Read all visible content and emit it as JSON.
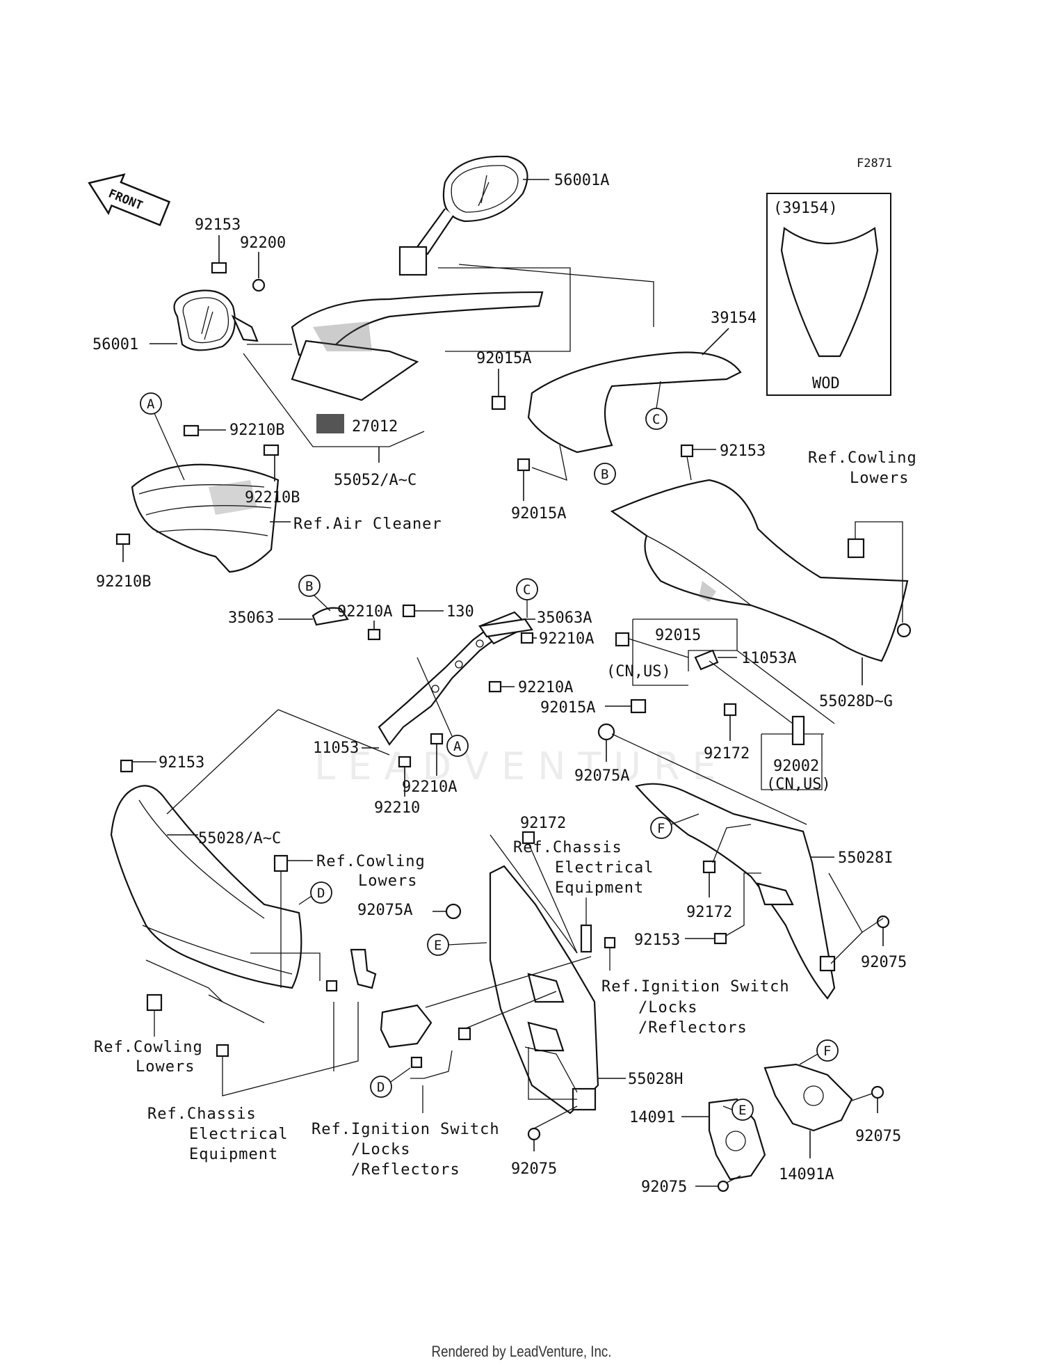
{
  "figure_code": "F2871",
  "direction_arrow": "FRONT",
  "watermark": "LEADVENTURE",
  "footer": "Rendered by LeadVenture, Inc.",
  "inset": {
    "title": "(39154)",
    "caption": "WOD"
  },
  "labels": {
    "p56001A": "56001A",
    "p92153a": "92153",
    "p92200": "92200",
    "p56001": "56001",
    "p39154": "39154",
    "p92015Aa": "92015A",
    "p92210Ba": "92210B",
    "p27012": "27012",
    "p92210Bb": "92210B",
    "p55052": "55052/A~C",
    "p92015Ab": "92015A",
    "p92153b": "92153",
    "p92210Bc": "92210B",
    "p92210Aa": "92210A",
    "p130": "130",
    "p35063": "35063",
    "p35063A": "35063A",
    "p92210Ab": "92210A",
    "p92015": "92015",
    "p11053A": "11053A",
    "p92210Ac": "92210A",
    "p55028DG": "55028D~G",
    "p92015Ac": "92015A",
    "p92153c": "92153",
    "p11053": "11053",
    "p92172a": "92172",
    "p92075Aa": "92075A",
    "p92002": "92002",
    "p92210Ad": "92210A",
    "p92210": "92210",
    "p92172b": "92172",
    "p55028AC": "55028/A~C",
    "p55028I": "55028I",
    "p92075Ab": "92075A",
    "p92172c": "92172",
    "p92153d": "92153",
    "p92075a": "92075",
    "p55028H": "55028H",
    "p14091": "14091",
    "p92075b": "92075",
    "p92075c": "92075",
    "p14091A": "14091A",
    "p92075d": "92075"
  },
  "variants": {
    "cnus_a": "(CN,US)",
    "cnus_b": "(CN,US)"
  },
  "refs": {
    "air_cleaner": "Ref.Air Cleaner",
    "cowling_lowers_1a": "Ref.Cowling",
    "cowling_lowers_1b": "Lowers",
    "cowling_lowers_2a": "Ref.Cowling",
    "cowling_lowers_2b": "Lowers",
    "cowling_lowers_3a": "Ref.Cowling",
    "cowling_lowers_3b": "Lowers",
    "chassis_1a": "Ref.Chassis",
    "chassis_1b": "Electrical",
    "chassis_1c": "Equipment",
    "chassis_2a": "Ref.Chassis",
    "chassis_2b": "Electrical",
    "chassis_2c": "Equipment",
    "ignition_1a": "Ref.Ignition Switch",
    "ignition_1b": "/Locks",
    "ignition_1c": "/Reflectors",
    "ignition_2a": "Ref.Ignition Switch",
    "ignition_2b": "/Locks",
    "ignition_2c": "/Reflectors"
  },
  "callout_letters": {
    "A1": "A",
    "A2": "A",
    "B1": "B",
    "B2": "B",
    "C1": "C",
    "C2": "C",
    "D1": "D",
    "D2": "D",
    "E1": "E",
    "E2": "E",
    "F1": "F",
    "F2": "F"
  }
}
